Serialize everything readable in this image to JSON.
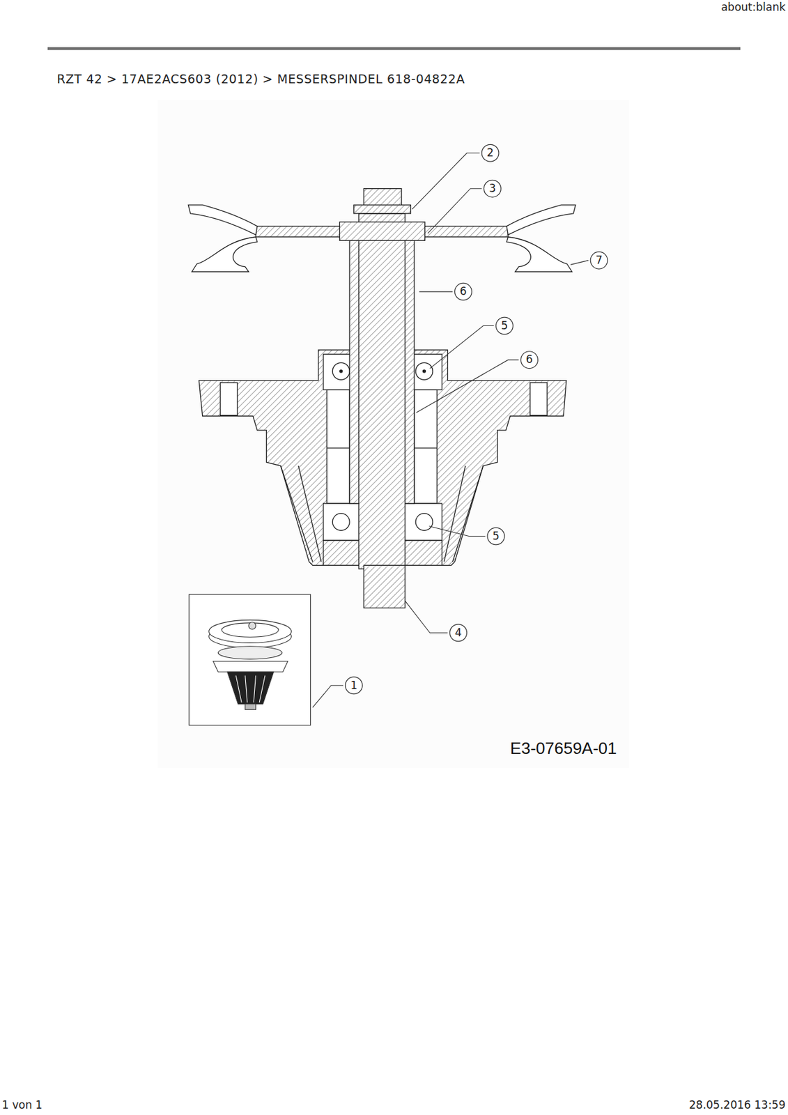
{
  "diagram": {
    "title": "RZT 42 > 17AE2ACS603 (2012) > MESSERSPINDEL 618-04822A",
    "labels": [
      "about:blank",
      "2",
      "3",
      "7",
      "6",
      "5",
      "6",
      "5",
      "4",
      "1",
      "E3-07659A-01",
      "1 von 1",
      "28.05.2016 13:59"
    ]
  }
}
